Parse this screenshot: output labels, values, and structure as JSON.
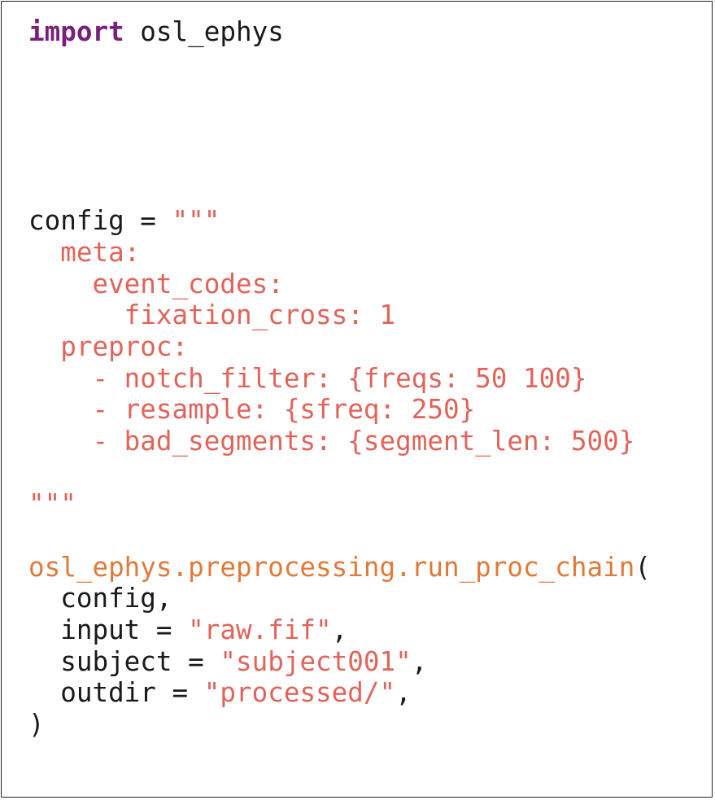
{
  "colors": {
    "keyword": "#7a1f7a",
    "string": "#e0645a",
    "function": "#e07a3a",
    "text": "#1a1a1a",
    "border": "#222222",
    "background": "#ffffff"
  },
  "code": {
    "import_keyword": "import",
    "import_module": " osl_ephys",
    "config_assign": "config = ",
    "triple_quote_open": "\"\"\"",
    "yaml_lines": [
      "  meta:",
      "    event_codes:",
      "      fixation_cross: 1",
      "  preproc:",
      "    - notch_filter: {freqs: 50 100}",
      "    - resample: {sfreq: 250}",
      "    - bad_segments: {segment_len: 500}"
    ],
    "triple_quote_close": "\"\"\"",
    "call_function": "osl_ephys.preprocessing.run_proc_chain",
    "call_open_paren": "(",
    "arg_config": "  config,",
    "arg_input_name": "  input = ",
    "arg_input_value": "\"raw.fif\"",
    "arg_subject_name": "  subject = ",
    "arg_subject_value": "\"subject001\"",
    "arg_outdir_name": "  outdir = ",
    "arg_outdir_value": "\"processed/\"",
    "comma": ",",
    "call_close_paren": ")"
  }
}
